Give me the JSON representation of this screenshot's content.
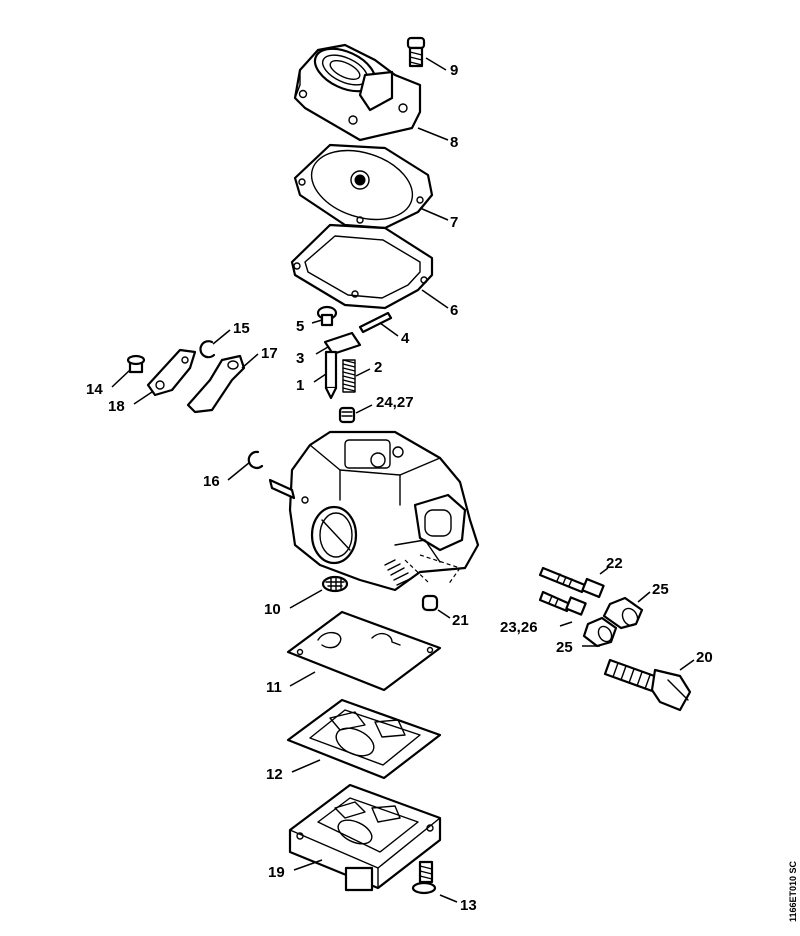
{
  "diagram": {
    "drawing_code": "1166ET010 SC",
    "callouts": {
      "c1": "1",
      "c2": "2",
      "c3": "3",
      "c4": "4",
      "c5": "5",
      "c6": "6",
      "c7": "7",
      "c8": "8",
      "c9": "9",
      "c10": "10",
      "c11": "11",
      "c12": "12",
      "c13": "13",
      "c14": "14",
      "c15": "15",
      "c16": "16",
      "c17": "17",
      "c18": "18",
      "c19": "19",
      "c20": "20",
      "c21": "21",
      "c22": "22",
      "c23_26": "23,26",
      "c24_27": "24,27",
      "c25a": "25",
      "c25b": "25"
    },
    "colors": {
      "line": "#000000",
      "background": "#ffffff"
    }
  }
}
